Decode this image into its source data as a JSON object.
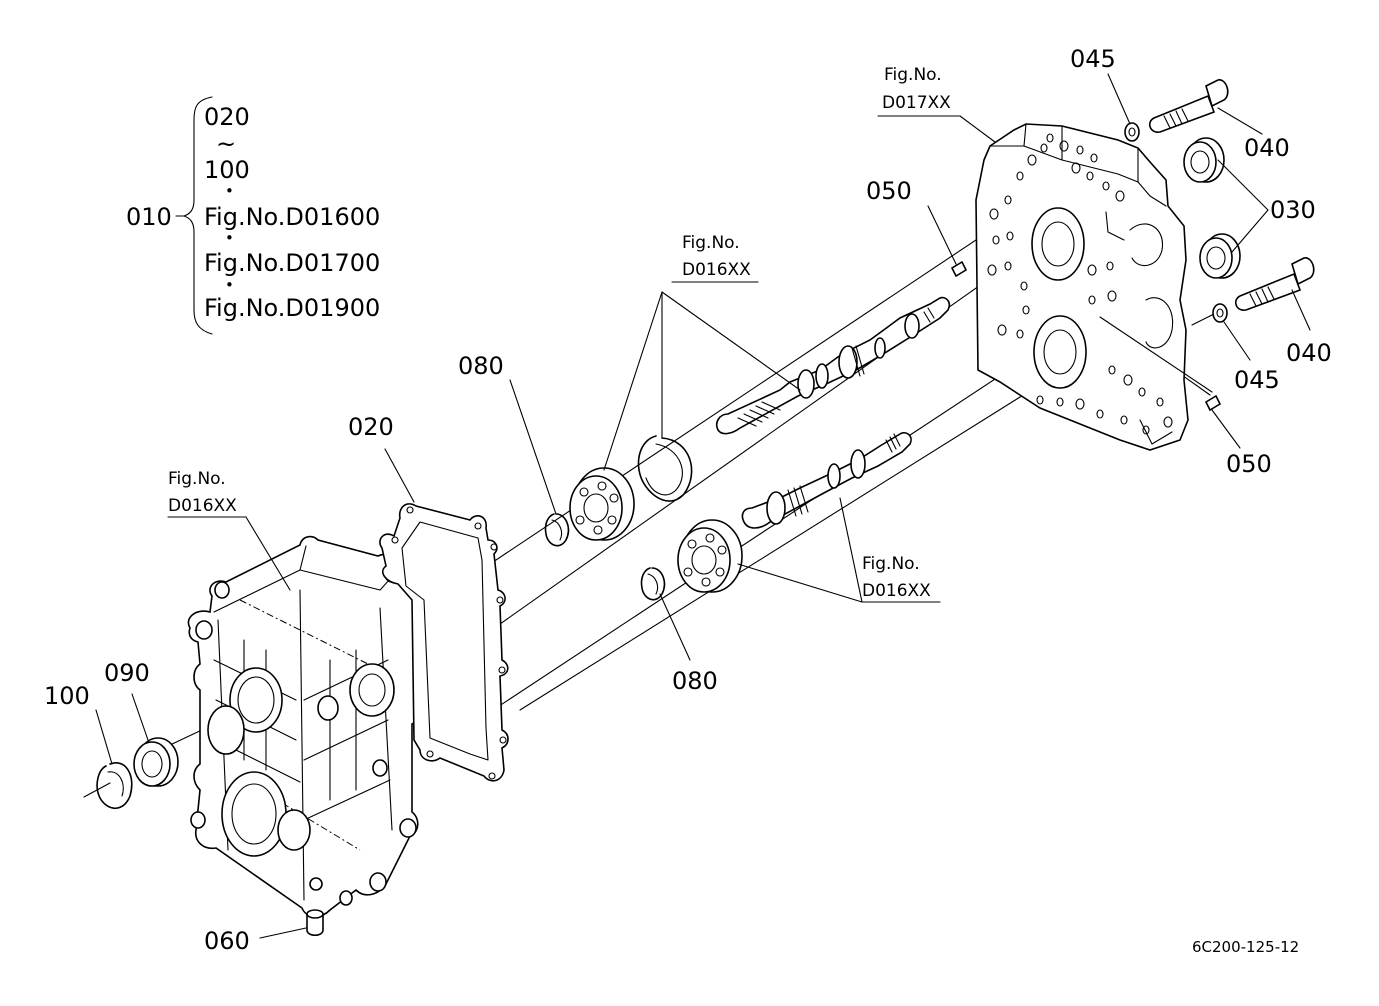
{
  "group": {
    "parent_label": "010",
    "lines": {
      "range_start": "020",
      "range_tilde": "~",
      "range_end": "100",
      "fig_a": "Fig.No.D01600",
      "fig_b": "Fig.No.D01700",
      "fig_c": "Fig.No.D01900"
    },
    "bullet": "•"
  },
  "callouts": {
    "p020": "020",
    "p030": "030",
    "p040_top": "040",
    "p040_bottom": "040",
    "p045_top": "045",
    "p045_bottom": "045",
    "p050_left": "050",
    "p050_right": "050",
    "p060": "060",
    "p080_upper": "080",
    "p080_lower": "080",
    "p090": "090",
    "p100": "100"
  },
  "figure_refs": {
    "top_right": {
      "prefix": "Fig.No.",
      "number": "D017XX"
    },
    "middle_top": {
      "prefix": "Fig.No.",
      "number": "D016XX"
    },
    "left_case": {
      "prefix": "Fig.No.",
      "number": "D016XX"
    },
    "lower_shaft": {
      "prefix": "Fig.No.",
      "number": "D016XX"
    }
  },
  "drawing_code": "6C200-125-12"
}
